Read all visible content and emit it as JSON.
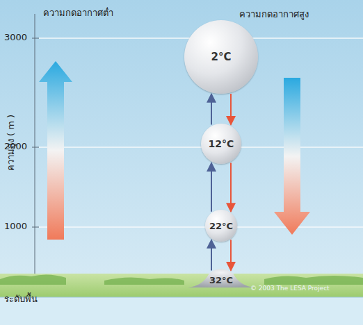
{
  "diagram": {
    "nodes": [
      {
        "text": [
          "2°C"
        ]
      },
      {
        "text": [
          "12°C"
        ]
      },
      {
        "text": [
          "22°C"
        ]
      },
      {
        "text": [
          "32°C"
        ]
      }
    ],
    "edges": [
      {
        "from": 3,
        "to": 2,
        "arrow": "to"
      },
      {
        "from": 2,
        "to": 1,
        "arrow": "to"
      },
      {
        "from": 1,
        "to": 0,
        "arrow": "to"
      },
      {
        "from": 0,
        "to": 1,
        "arrow": "to"
      },
      {
        "from": 1,
        "to": 2,
        "arrow": "to"
      },
      {
        "from": 2,
        "to": 3,
        "arrow": "to"
      }
    ],
    "labels": [
      "ความกดอากาศต่ำ",
      "ความกดอากาศสูง",
      "3000",
      "2000",
      "1000",
      "ระดับพื้น",
      "ความสูง ( m )",
      "© 2003  The LESA Project"
    ]
  }
}
